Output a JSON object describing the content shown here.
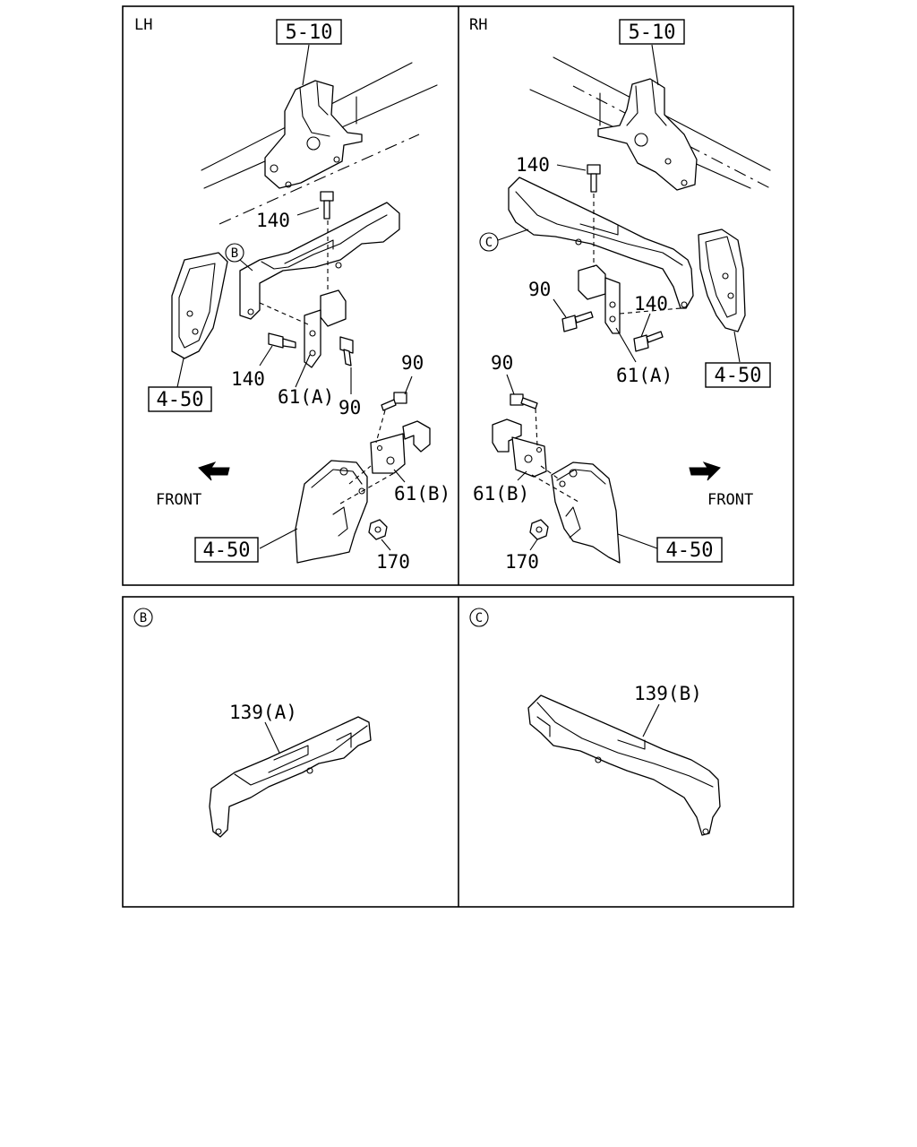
{
  "panels": {
    "lh": {
      "title": "LH"
    },
    "rh": {
      "title": "RH"
    },
    "detail_b": {
      "marker": "B"
    },
    "detail_c": {
      "marker": "C"
    }
  },
  "references": {
    "top_mount": "5-10",
    "fender": "4-50"
  },
  "parts": {
    "bracket_lower": "61(B)",
    "bracket_upper": "61(A)",
    "bolt_90": "90",
    "bolt_140": "140",
    "nut_170": "170",
    "cover_a": "139(A)",
    "cover_b": "139(B)"
  },
  "labels": {
    "front": "FRONT"
  }
}
